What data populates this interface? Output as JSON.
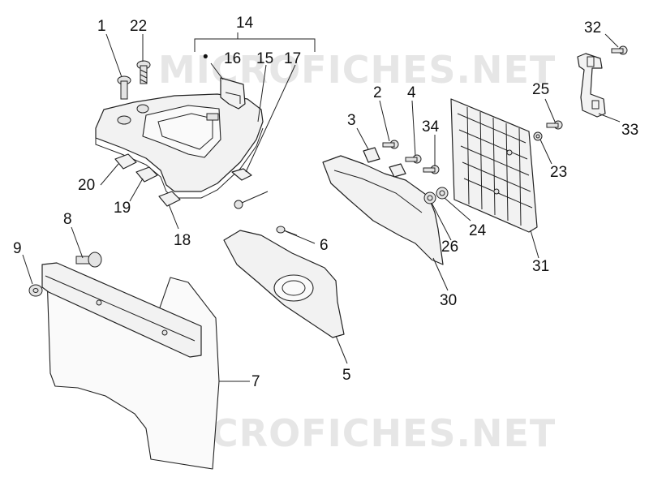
{
  "watermark": {
    "text": "MICROFICHES.NET",
    "color": "#e6e6e6"
  },
  "callouts": [
    "1",
    "22",
    "14",
    "16",
    "15",
    "17",
    "20",
    "19",
    "18",
    "8",
    "9",
    "7",
    "6",
    "5",
    "3",
    "2",
    "4",
    "34",
    "30",
    "26",
    "24",
    "25",
    "23",
    "31",
    "32",
    "33"
  ],
  "group_marker": "•",
  "colors": {
    "line": "#222222",
    "fill": "#f2f2f2",
    "text": "#111111"
  }
}
